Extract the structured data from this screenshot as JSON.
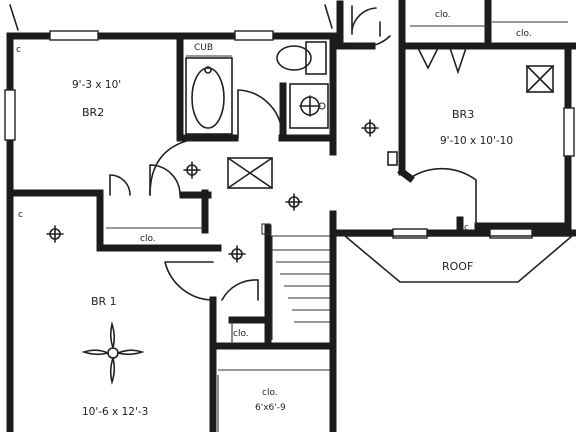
{
  "rooms": {
    "br2": {
      "name": "BR2",
      "dims": "9'-3 x 10'"
    },
    "br3": {
      "name": "BR3",
      "dims": "9'-10 x 10'-10"
    },
    "br1": {
      "name": "BR 1",
      "dims": "10'-6 x 12'-3"
    },
    "closet_small": {
      "name": "clo.",
      "dims": "6'x6'-9"
    }
  },
  "labels": {
    "cub": "CUB",
    "clo": "clo.",
    "roof": "ROOF",
    "c": "c"
  }
}
